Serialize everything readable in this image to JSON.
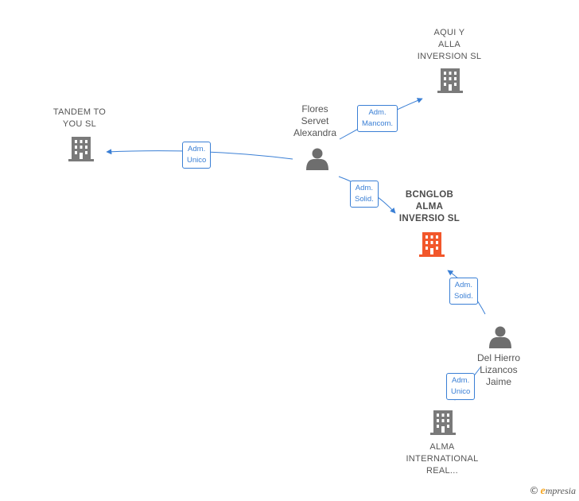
{
  "colors": {
    "edge": "#3a7fd5",
    "company": "#7a7a7a",
    "focus_company": "#f2572b",
    "person": "#6e6e6e"
  },
  "nodes": {
    "tandem": {
      "label": "TANDEM TO\nYOU  SL",
      "icon": "building-icon"
    },
    "aqui": {
      "label": "AQUI Y\nALLA\nINVERSION  SL",
      "icon": "building-icon"
    },
    "bcnglob": {
      "label": "BCNGLOB\nALMA\nINVERSIO  SL",
      "icon": "building-icon"
    },
    "alma_real": {
      "label": "ALMA\nINTERNATIONAL\nREAL...",
      "icon": "building-icon"
    },
    "flores": {
      "label": "Flores\nServet\nAlexandra",
      "icon": "person-icon"
    },
    "delhierro": {
      "label": "Del Hierro\nLizancos\nJaime",
      "icon": "person-icon"
    }
  },
  "edges": {
    "flores_tandem": "Adm.\nUnico",
    "flores_aqui": "Adm.\nMancom.",
    "flores_bcnglob": "Adm.\nSolid.",
    "delhierro_bcnglob": "Adm.\nSolid.",
    "delhierro_alma": "Adm.\nUnico"
  },
  "brand": {
    "copyright": "©",
    "initial": "e",
    "name": "mpresia"
  }
}
